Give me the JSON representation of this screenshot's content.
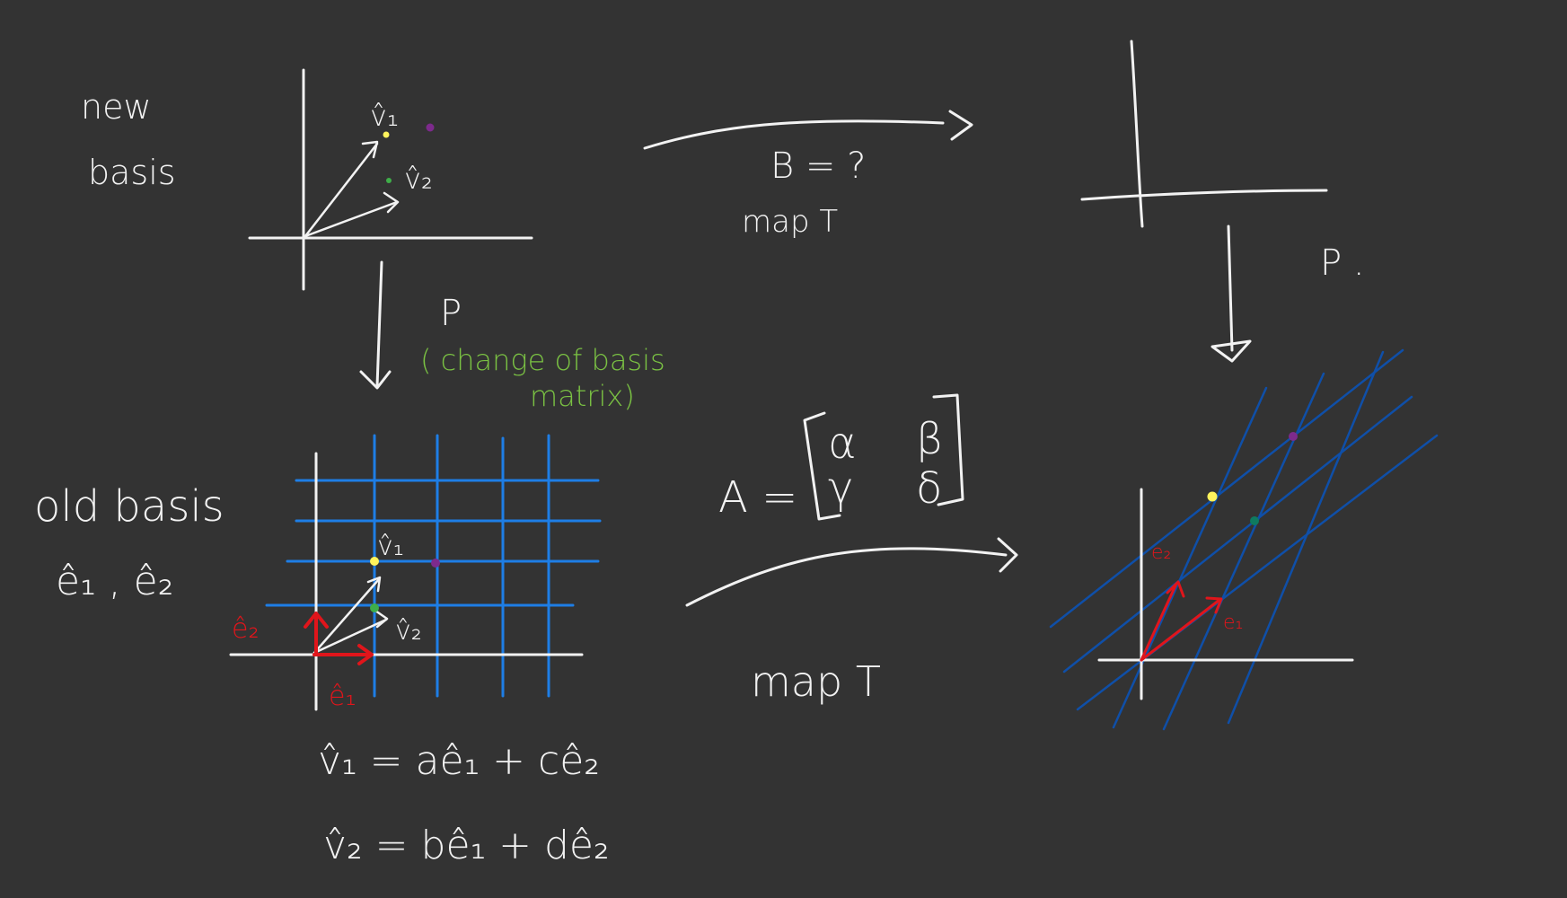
{
  "colors": {
    "background": "#333333",
    "chalk": "#f2f2f2",
    "grid_blue": "#1e7ee6",
    "grid_navy": "#0f4fa8",
    "basis_red": "#e0151b",
    "note_green": "#7ac143",
    "dot_yellow": "#fff35c",
    "dot_green": "#3fae49",
    "dot_purple": "#7d2a8c",
    "dot_teal": "#0e7a60"
  },
  "labels": {
    "new_basis_line1": "new",
    "new_basis_line2": "basis",
    "v1_hat": "v̂₁",
    "v2_hat": "v̂₂",
    "B_eq": "B = ?",
    "map_T_top": "map T",
    "P_right": "P .",
    "P_left": "P",
    "change_of_basis_line1": "( change of basis",
    "change_of_basis_line2": "matrix)",
    "old_basis": "old basis",
    "e_hats": "ê₁ , ê₂",
    "e1_hat": "ê₁",
    "e2_hat": "ê₂",
    "A_eq": "A =",
    "matrix_a": "α",
    "matrix_b": "β",
    "matrix_c": "γ",
    "matrix_d": "δ",
    "map_T_bottom": "map T",
    "eq1": "v̂₁ = aê₁ + cê₂",
    "eq2": "v̂₂ = bê₁ + dê₂",
    "e1_small": "e₁",
    "e2_small": "e₂"
  }
}
